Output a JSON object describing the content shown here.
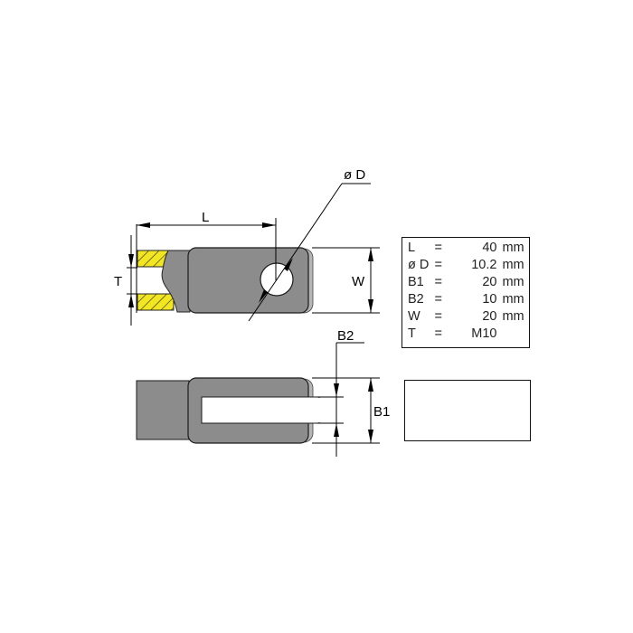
{
  "labels": {
    "L": "L",
    "D": "ø D",
    "T": "T",
    "W": "W",
    "B1": "B1",
    "B2": "B2"
  },
  "specs": [
    {
      "key": "L",
      "eq": "=",
      "value": "40",
      "unit": "mm"
    },
    {
      "key": "ø D",
      "eq": "=",
      "value": "10.2",
      "unit": "mm"
    },
    {
      "key": "B1",
      "eq": "=",
      "value": "20",
      "unit": "mm"
    },
    {
      "key": "B2",
      "eq": "=",
      "value": "10",
      "unit": "mm"
    },
    {
      "key": "W",
      "eq": "=",
      "value": "20",
      "unit": "mm"
    },
    {
      "key": "T",
      "eq": "=",
      "value": "M10",
      "unit": ""
    }
  ],
  "colors": {
    "body": "#8c8c8c",
    "body_light": "#b5b5b5",
    "thread": "#f2e620",
    "outline": "#1a1a1a"
  }
}
